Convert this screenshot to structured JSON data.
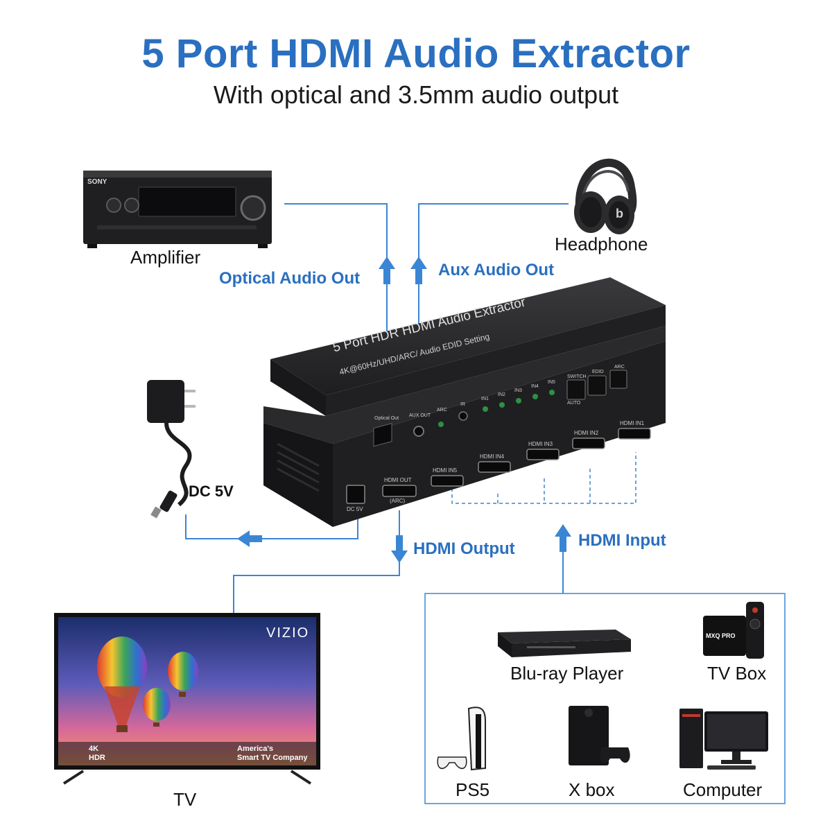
{
  "header": {
    "title": "5 Port HDMI Audio Extractor",
    "subtitle": "With optical and 3.5mm audio output"
  },
  "devices": {
    "amplifier": "Amplifier",
    "amplifier_brand": "SONY",
    "headphone": "Headphone",
    "headphone_brand": "b",
    "dc": "DC 5V",
    "tv": "TV",
    "tv_brand": "VIZIO",
    "tv_badge_4k": "4K",
    "tv_badge_hdr": "HDR",
    "tv_slogan_1": "America's",
    "tv_slogan_2": "Smart TV Company",
    "tv_box_brand": "MXQ PRO",
    "bluray": "Blu-ray Player",
    "tvbox": "TV Box",
    "ps5": "PS5",
    "xbox": "X box",
    "computer": "Computer"
  },
  "flows": {
    "optical": "Optical Audio Out",
    "aux": "Aux Audio Out",
    "hdmi_out": "HDMI Output",
    "hdmi_in": "HDMI Input"
  },
  "extractor": {
    "top_line_1": "5 Port HDR HDMI Audio Extractor",
    "top_line_2": "4K@60Hz/UHD/ARC/ Audio EDID Setting",
    "indicators": [
      "Optical Out",
      "AUX OUT",
      "ARC",
      "IR",
      "IN1",
      "IN2",
      "IN3",
      "IN4",
      "IN5"
    ],
    "switch_label": "SWITCH",
    "auto_label": "AUTO",
    "edid_label": "EDID",
    "arc_label": "ARC",
    "ports": [
      "HDMI OUT",
      "HDMI IN5",
      "HDMI IN4",
      "HDMI IN3",
      "HDMI IN2",
      "HDMI IN1"
    ],
    "arc_note": "(ARC)",
    "dc_port": "DC 5V"
  },
  "colors": {
    "accent": "#2a6fc0",
    "line": "#3a86d4",
    "device": "#1c1c1e"
  }
}
